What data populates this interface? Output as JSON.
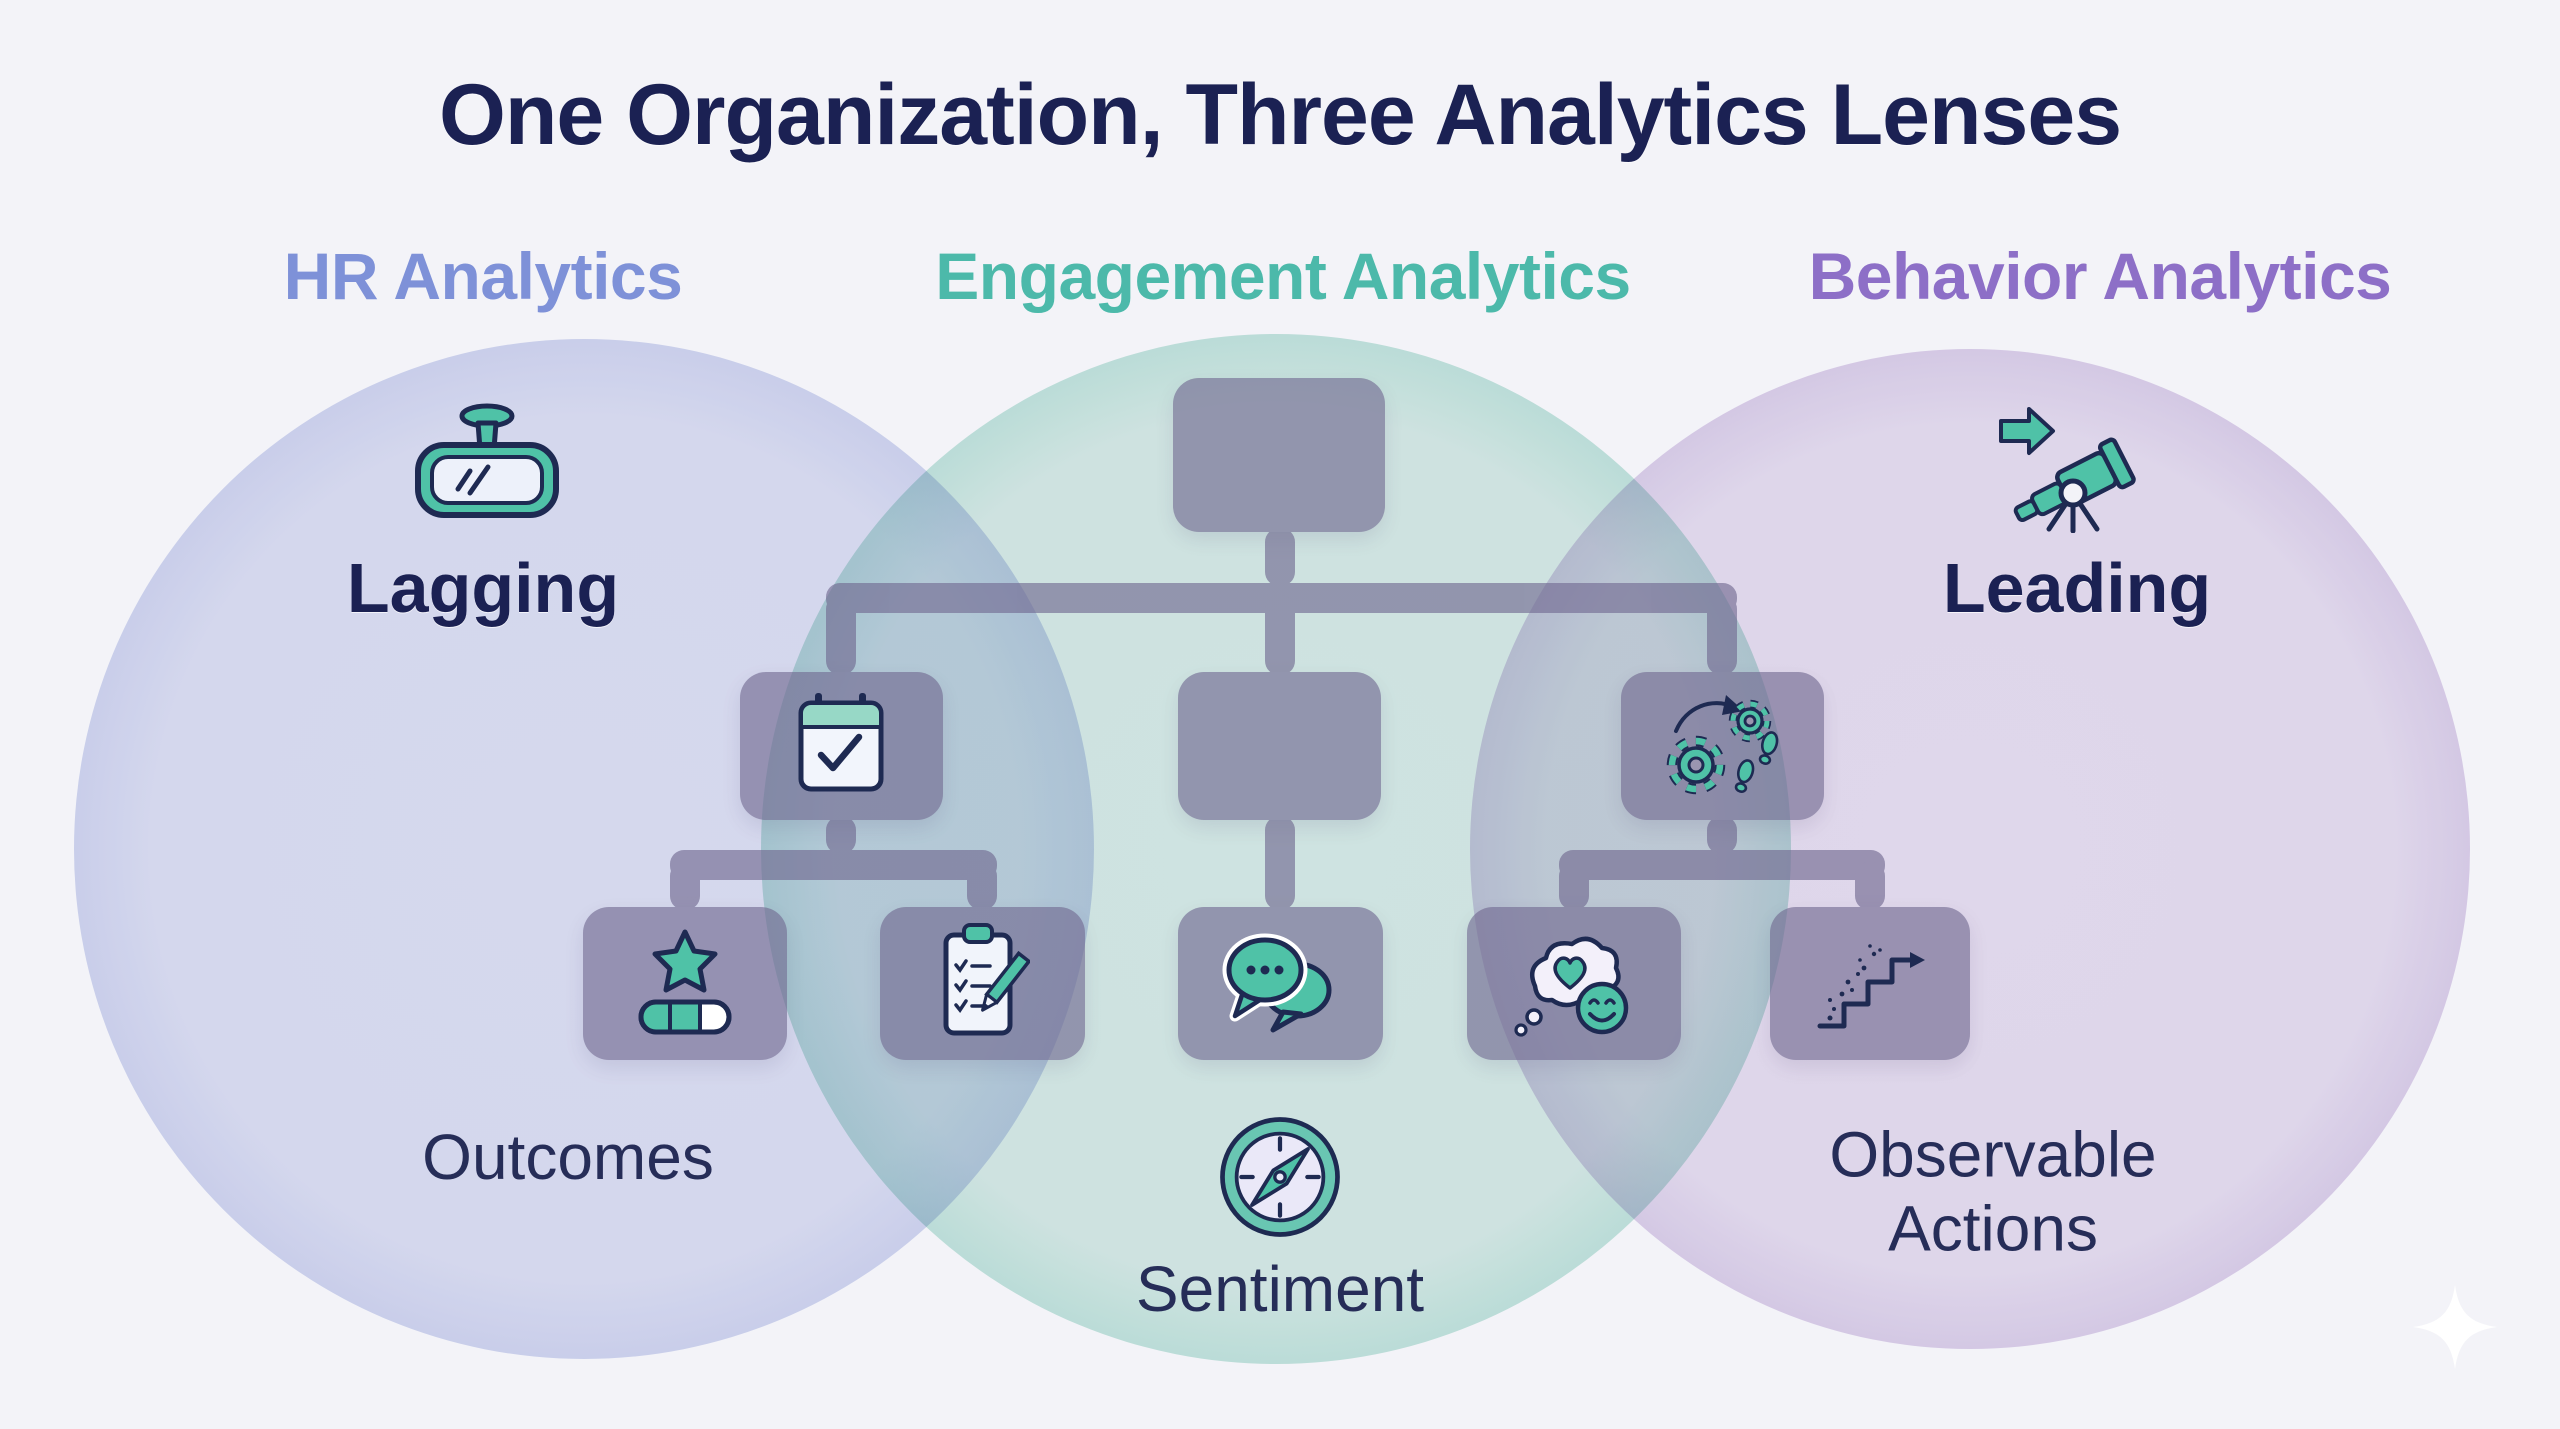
{
  "title": "One Organization, Three Analytics Lenses",
  "background_color": "#f3f3f8",
  "text_color": "#1b2153",
  "lenses": [
    {
      "name": "HR Analytics",
      "accent_color": "#7e91d8",
      "circle_fill": "#dfe2f4",
      "circle_edge": "#b7c3ea",
      "timing_label": "Lagging",
      "timing_icon": "rearview-mirror-icon",
      "focus_label": "Outcomes"
    },
    {
      "name": "Engagement Analytics",
      "accent_color": "#4cb9aa",
      "circle_fill": "#d8eee7",
      "circle_edge": "#95d6c7",
      "focus_label": "Sentiment",
      "focus_icon": "compass-icon"
    },
    {
      "name": "Behavior Analytics",
      "accent_color": "#8d6fc7",
      "circle_fill": "#e9e1f1",
      "circle_edge": "#c7b0dd",
      "timing_label": "Leading",
      "timing_icon": "telescope-arrow-icon",
      "focus_label": "Observable Actions"
    }
  ],
  "org_chart": {
    "node_color": "#6f678f",
    "nodes": [
      {
        "id": "root",
        "row": 1,
        "icon": null
      },
      {
        "id": "hr-branch",
        "row": 2,
        "icon": "calendar-check-icon"
      },
      {
        "id": "center-branch",
        "row": 2,
        "icon": null
      },
      {
        "id": "behavior-branch",
        "row": 2,
        "icon": "gears-footprints-icon"
      },
      {
        "id": "performance",
        "row": 3,
        "icon": "star-progress-icon"
      },
      {
        "id": "checklist",
        "row": 3,
        "icon": "clipboard-checklist-icon"
      },
      {
        "id": "conversations",
        "row": 3,
        "icon": "chat-bubbles-icon"
      },
      {
        "id": "mood",
        "row": 3,
        "icon": "thought-smiley-icon"
      },
      {
        "id": "growth",
        "row": 3,
        "icon": "stairs-arrow-icon"
      }
    ]
  },
  "icon_palette": {
    "teal_fill": "#4fc2a7",
    "navy_stroke": "#1e2a52"
  },
  "watermark_icon": "sparkle-icon"
}
